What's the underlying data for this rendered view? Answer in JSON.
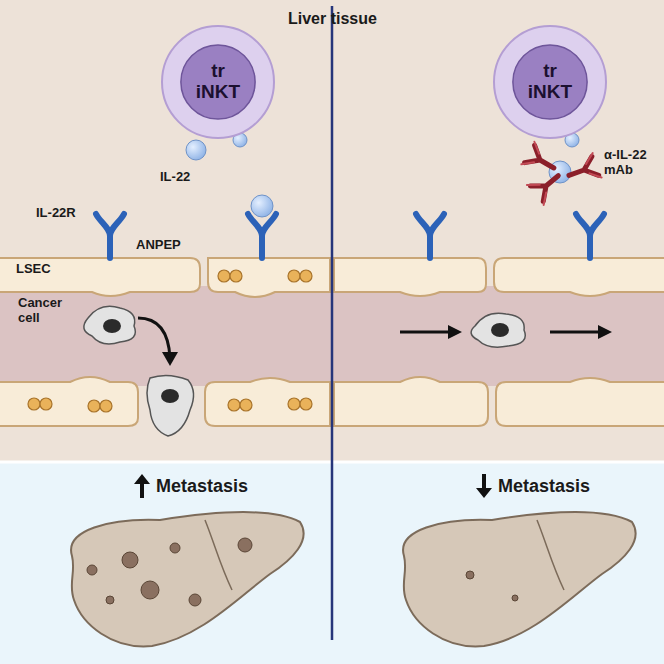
{
  "diagram": {
    "title": "Liver tissue",
    "nodes": [
      {
        "text": [
          "tr iNKT"
        ]
      },
      {
        "text": [
          "tr iNKT"
        ]
      }
    ],
    "edges": [],
    "labels": [
      "IL-22",
      "IL-22R",
      "LSEC",
      "ANPEP",
      "Cancer cell",
      "Metastasis",
      "α-IL-22 mAb",
      "Metastasis"
    ]
  }
}
